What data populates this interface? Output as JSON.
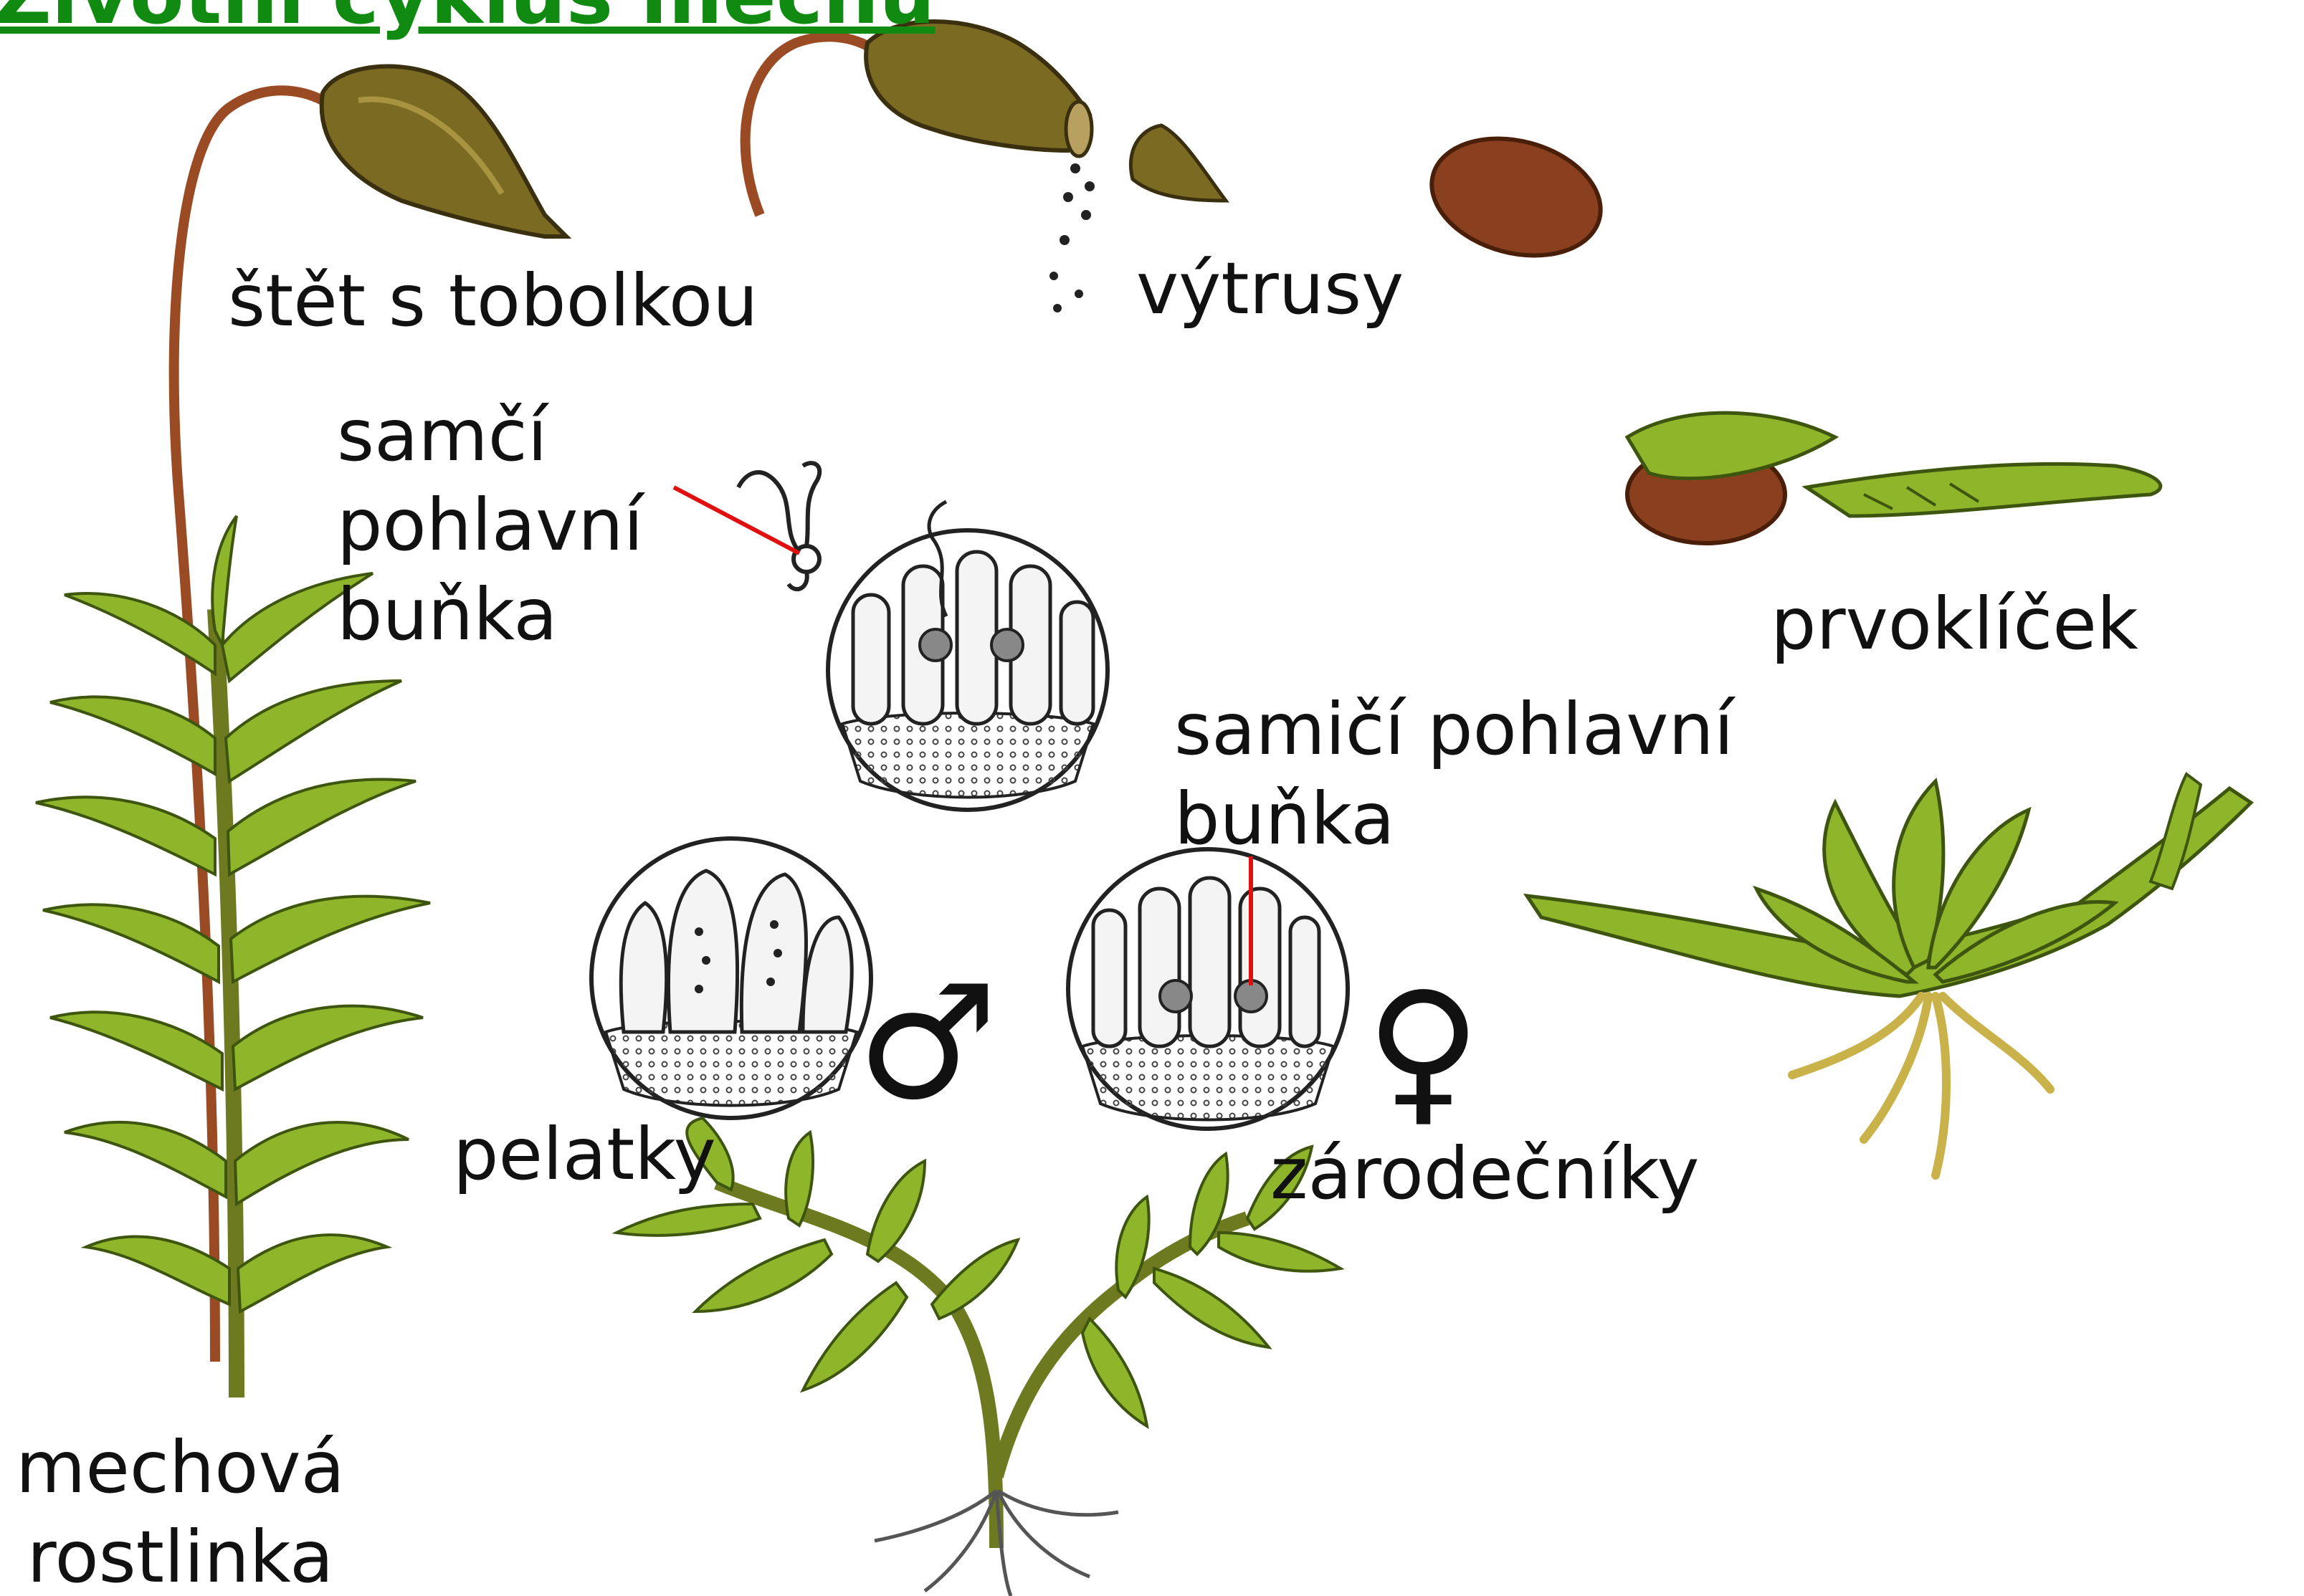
{
  "title": "Životní cyklus mechu",
  "labels": {
    "seta_capsule": "štět s tobolkou",
    "spores": "výtrusy",
    "male_cell": [
      "samčí",
      "pohlavní",
      "buňka"
    ],
    "protonema": "prvoklíček",
    "female_cell": [
      "samičí pohlavní",
      "buňka"
    ],
    "antheridia": "pelatky",
    "archegonia": "zárodečníky",
    "moss_plant": [
      "mechová",
      "rostlinka"
    ]
  },
  "symbols": {
    "male": "♂",
    "female": "♀"
  },
  "colors": {
    "title": "#108a10",
    "pointer": "#e01010",
    "leaf": "#8fb52a",
    "leaf_dark": "#5e7f18",
    "stalk": "#9a4b24",
    "capsule": "#7a6a22",
    "spore": "#8a3f1f"
  }
}
